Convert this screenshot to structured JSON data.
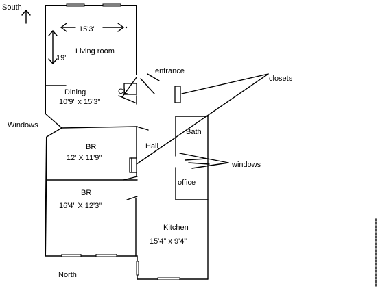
{
  "compass": {
    "south": "South",
    "north": "North"
  },
  "rooms": {
    "living_room": {
      "name": "Living room",
      "width": "15'3\"",
      "depth": "19'"
    },
    "dining": {
      "name": "Dining",
      "size": "10'9\" x 15'3\""
    },
    "closet_cl": "CL",
    "entrance": "entrance",
    "closets": "closets",
    "windows_left": "Windows",
    "windows_right": "windows",
    "bath": "Bath",
    "hall": "Hall",
    "br1": {
      "name": "BR",
      "size": "12' X 11'9\""
    },
    "br2": {
      "name": "BR",
      "size": "16'4\" X 12'3\""
    },
    "office": "office",
    "kitchen": {
      "name": "Kitchen",
      "size": "15'4\" x 9'4\""
    }
  }
}
